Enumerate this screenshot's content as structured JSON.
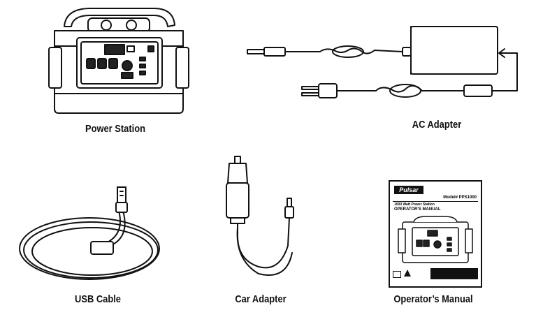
{
  "items": {
    "power_station": {
      "label": "Power Station"
    },
    "ac_adapter": {
      "label": "AC Adapter"
    },
    "usb_cable": {
      "label": "USB Cable"
    },
    "car_adapter": {
      "label": "Car Adapter"
    },
    "operators_manual": {
      "label": "Operator’s Manual",
      "brand": "Pulsar",
      "model": "Model# PPS1000",
      "subtitle": "1000 Watt Power Station",
      "title": "OPERATOR'S MANUAL"
    }
  },
  "colors": {
    "line": "#111111",
    "fill": "#ffffff"
  }
}
